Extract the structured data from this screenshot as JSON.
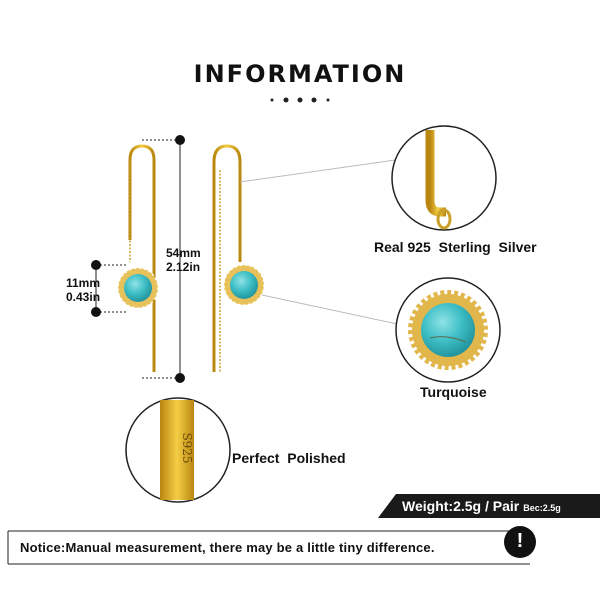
{
  "header": {
    "title": "INFORMATION"
  },
  "measurements": {
    "length_mm": "54mm",
    "length_in": "2.12in",
    "width_mm": "11mm",
    "width_in": "0.43in"
  },
  "callouts": {
    "silver": "Real 925  Sterling  Silver",
    "stone": "Turquoise",
    "polish": "Perfect  Polished"
  },
  "engraving": "S925",
  "weight": {
    "main": "Weight:2.5g / Pair",
    "sub": "Bec:2.5g"
  },
  "notice": {
    "text": "Notice:Manual measurement, there may be a little tiny difference.",
    "icon_label": "!"
  },
  "colors": {
    "gold": "#d9a81f",
    "turquoise": "#3fbfc6",
    "dark": "#1a1a1a"
  },
  "icons": [
    "exclamation-icon"
  ]
}
